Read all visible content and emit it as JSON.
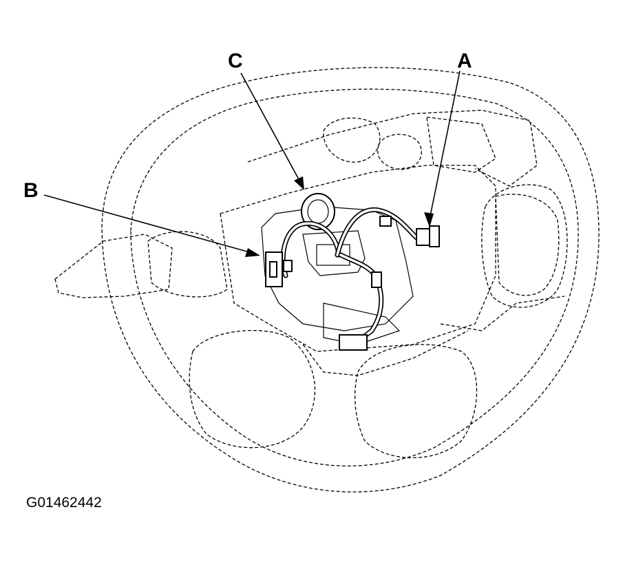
{
  "callouts": {
    "a": "A",
    "b": "B",
    "c": "C"
  },
  "figure_id": "G01462442",
  "colors": {
    "line": "#000000",
    "background": "#ffffff"
  }
}
